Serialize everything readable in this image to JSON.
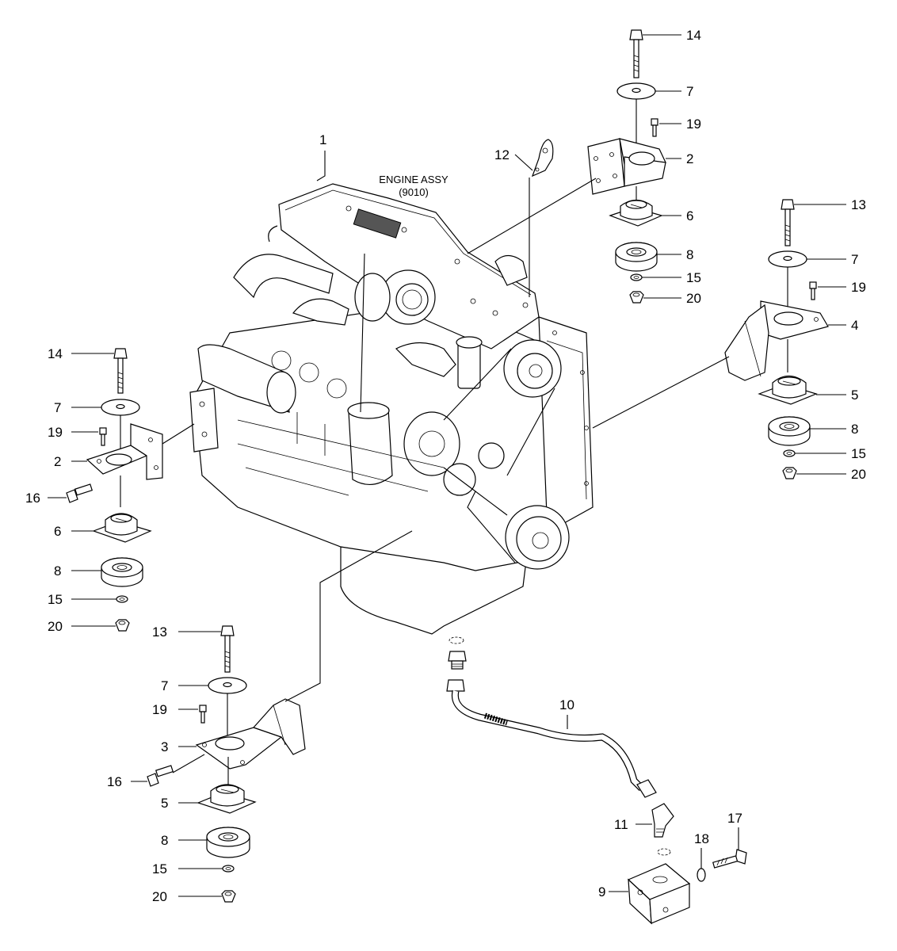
{
  "assembly_label": {
    "line1": "ENGINE ASSY",
    "line2": "(9010)"
  },
  "callouts": {
    "c1": "1",
    "c14_top": "14",
    "c7_top": "7",
    "c19_top": "19",
    "c2_top": "2",
    "c6_top": "6",
    "c8_top": "8",
    "c15_top": "15",
    "c20_top": "20",
    "c12": "12",
    "c13_right": "13",
    "c7_right": "7",
    "c19_right": "19",
    "c4": "4",
    "c5_right": "5",
    "c8_right": "8",
    "c15_right": "15",
    "c20_right": "20",
    "c14_left": "14",
    "c7_left": "7",
    "c19_left": "19",
    "c2_left": "2",
    "c16_left": "16",
    "c6_left": "6",
    "c8_left": "8",
    "c15_left": "15",
    "c20_left": "20",
    "c13_bottom": "13",
    "c7_bottom": "7",
    "c19_bottom": "19",
    "c3": "3",
    "c16_bottom": "16",
    "c5_bottom": "5",
    "c8_bottom": "8",
    "c15_bottom": "15",
    "c20_bottom": "20",
    "c10": "10",
    "c11": "11",
    "c18": "18",
    "c17": "17",
    "c9": "9"
  }
}
